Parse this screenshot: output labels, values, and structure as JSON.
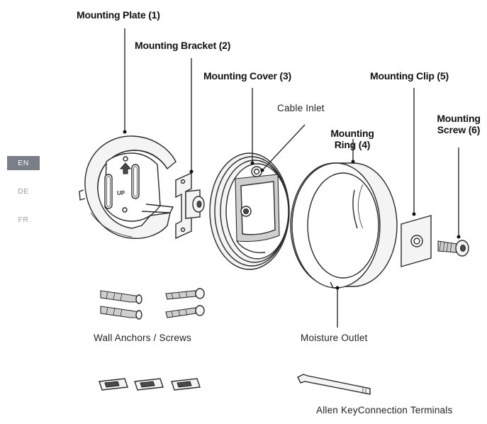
{
  "labels": {
    "mounting_plate": "Mounting Plate (1)",
    "mounting_bracket": "Mounting Bracket (2)",
    "mounting_cover": "Mounting Cover (3)",
    "cable_inlet": "Cable Inlet",
    "mounting_ring_line1": "Mounting",
    "mounting_ring_line2": "Ring (4)",
    "mounting_clip": "Mounting Clip (5)",
    "mounting_screw_line1": "Mounting",
    "mounting_screw_line2": "Screw (6)",
    "wall_anchors": "Wall Anchors / Screws",
    "moisture_outlet": "Moisture Outlet",
    "allen_key": "Allen KeyConnection Terminals",
    "plate_marking": "UP"
  },
  "languages": [
    {
      "code": "EN",
      "active": true
    },
    {
      "code": "DE",
      "active": false
    },
    {
      "code": "FR",
      "active": false
    }
  ]
}
